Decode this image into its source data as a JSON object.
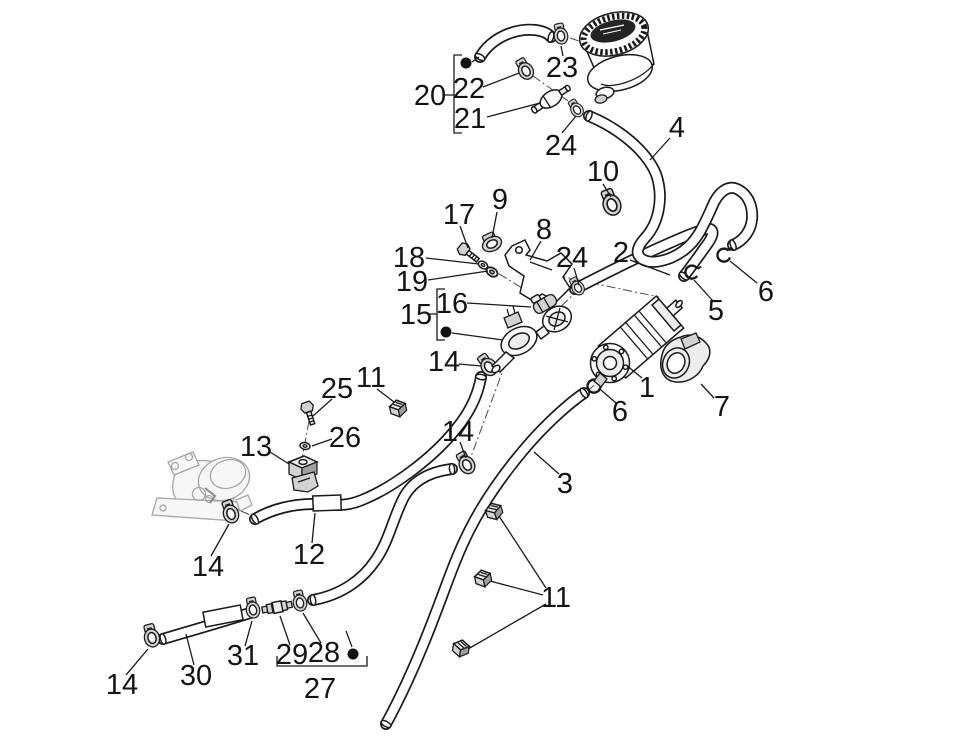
{
  "diagram": {
    "kind": "exploded-parts-diagram",
    "subject": "Fuel system: filler cap, hoses, fuel pump and fittings",
    "background": "#ffffff",
    "ink": "#141414",
    "callouts": {
      "c1": "1",
      "c2": "2",
      "c3": "3",
      "c4": "4",
      "c5": "5",
      "c6a": "6",
      "c6b": "6",
      "c7": "7",
      "c8": "8",
      "c9": "9",
      "c10": "10",
      "c11a": "11",
      "c11b": "11",
      "c12": "12",
      "c13": "13",
      "c14a": "14",
      "c14b": "14",
      "c14c": "14",
      "c14d": "14",
      "c15": "15",
      "c16": "16",
      "c17": "17",
      "c18": "18",
      "c19": "19",
      "c20": "20",
      "c21": "21",
      "c22": "22",
      "c23": "23",
      "c24a": "24",
      "c24b": "24",
      "c25": "25",
      "c26": "26",
      "c27": "27",
      "c28": "28",
      "c29": "29",
      "c30": "30",
      "c31": "31"
    },
    "bracket_groups": [
      {
        "label": "20",
        "contains": [
          "bullet-item",
          "22",
          "21"
        ]
      },
      {
        "label": "15",
        "contains": [
          "16",
          "bullet-item"
        ]
      },
      {
        "label": "27",
        "contains": [
          "29",
          "28",
          "bullet-item"
        ]
      }
    ]
  }
}
